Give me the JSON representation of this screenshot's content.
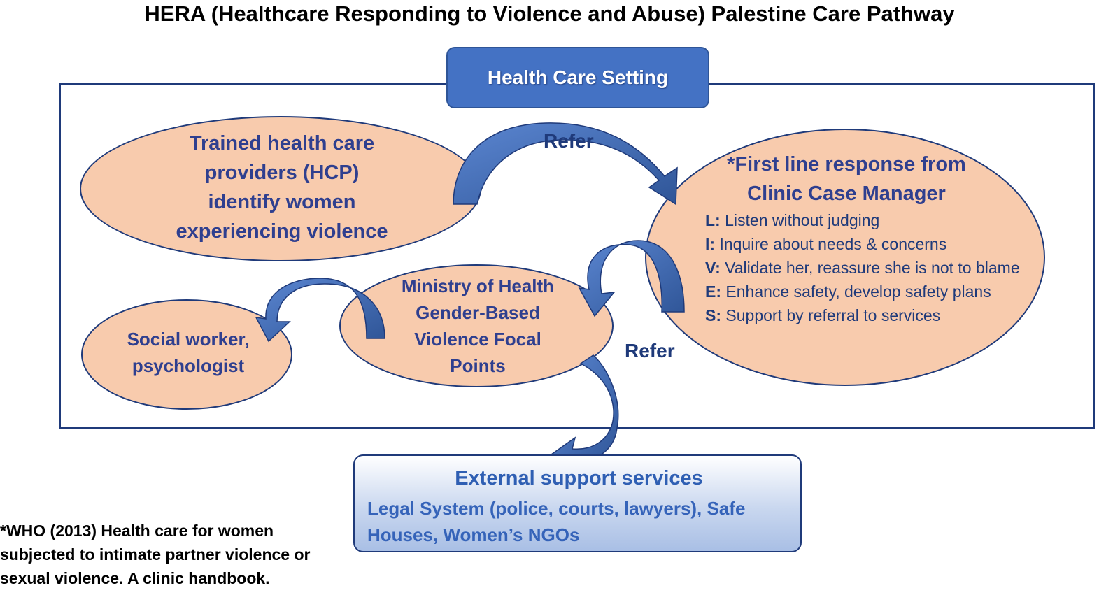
{
  "title": "HERA (Healthcare Responding to Violence and Abuse) Palestine Care Pathway",
  "setting_label": "Health Care Setting",
  "hcp": {
    "lines": [
      "Trained health care",
      "providers (HCP)",
      "identify women",
      "experiencing violence"
    ]
  },
  "case_manager": {
    "title_lines": [
      "*First line response from",
      "Clinic Case Manager"
    ],
    "items": [
      {
        "letter": "L:",
        "text": "Listen without judging"
      },
      {
        "letter": "I:",
        "text": "Inquire about needs & concerns"
      },
      {
        "letter": "V:",
        "text": "Validate her, reassure she is not to blame"
      },
      {
        "letter": "E:",
        "text": "Enhance safety, develop safety plans"
      },
      {
        "letter": "S:",
        "text": "Support by referral to services"
      }
    ]
  },
  "moh": {
    "lines": [
      "Ministry of Health",
      "Gender-Based",
      "Violence Focal",
      "Points"
    ]
  },
  "social": {
    "lines": [
      "Social worker,",
      "psychologist"
    ]
  },
  "refer_labels": [
    "Refer",
    "Refer"
  ],
  "external": {
    "title": "External support services",
    "body": "Legal System (police, courts, lawyers), Safe Houses, Women’s NGOs"
  },
  "footnote": "*WHO (2013) Health care for women subjected to intimate partner violence or sexual violence. A clinic handbook.",
  "colors": {
    "ellipse_fill": "#f8cbad",
    "arrow_blue": "#4472c4",
    "frame_navy": "#1f3a7a",
    "text_navy": "#2f3f8f"
  }
}
